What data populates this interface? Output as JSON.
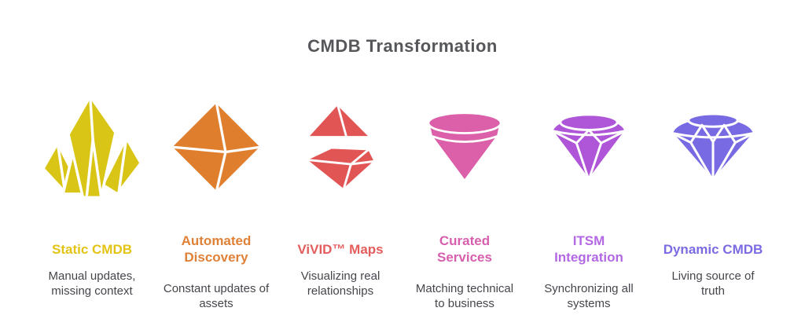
{
  "title": "CMDB Transformation",
  "colors": {
    "background": "#ffffff",
    "title_text": "#56575a",
    "description_text": "#45464c",
    "icon_outline": "#ffffff"
  },
  "stages": [
    {
      "label": "Static CMDB",
      "description": "Manual updates,\nmissing context",
      "icon": "crystal-cluster-icon",
      "icon_color": "#d9c516",
      "label_color": "#e3c414"
    },
    {
      "label": "Automated\nDiscovery",
      "description": "Constant updates of\nassets",
      "icon": "octahedron-icon",
      "icon_color": "#df7f2e",
      "label_color": "#e08138"
    },
    {
      "label": "ViVID™ Maps",
      "description": "Visualizing real\nrelationships",
      "icon": "split-diamond-icon",
      "icon_color": "#e15555",
      "label_color": "#e35d5d"
    },
    {
      "label": "Curated\nServices",
      "description": "Matching technical\nto business",
      "icon": "cone-gem-icon",
      "icon_color": "#dc5fa9",
      "label_color": "#d75fae"
    },
    {
      "label": "ITSM\nIntegration",
      "description": "Synchronizing all\nsystems",
      "icon": "faceted-diamond-icon",
      "icon_color": "#ae55d8",
      "label_color": "#b368e4"
    },
    {
      "label": "Dynamic CMDB",
      "description": "Living source of\ntruth",
      "icon": "brilliant-diamond-icon",
      "icon_color": "#776ae2",
      "label_color": "#7a6be2"
    }
  ]
}
